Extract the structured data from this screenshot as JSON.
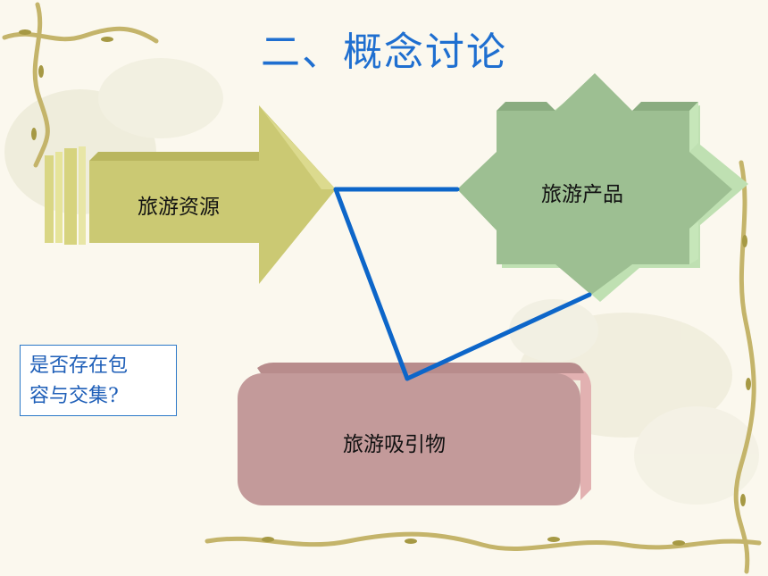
{
  "slide": {
    "title": "二、概念讨论",
    "note_line1": "是否存在包",
    "note_line2": "容与交集?"
  },
  "diagram": {
    "resource_label": "旅游资源",
    "product_label": "旅游产品",
    "attraction_label": "旅游吸引物",
    "colors": {
      "arrow": "#cbc973",
      "star": "#9dbf92",
      "box": "#c39a9a",
      "connector": "#0d66c9",
      "title": "#1f6fd0"
    }
  }
}
